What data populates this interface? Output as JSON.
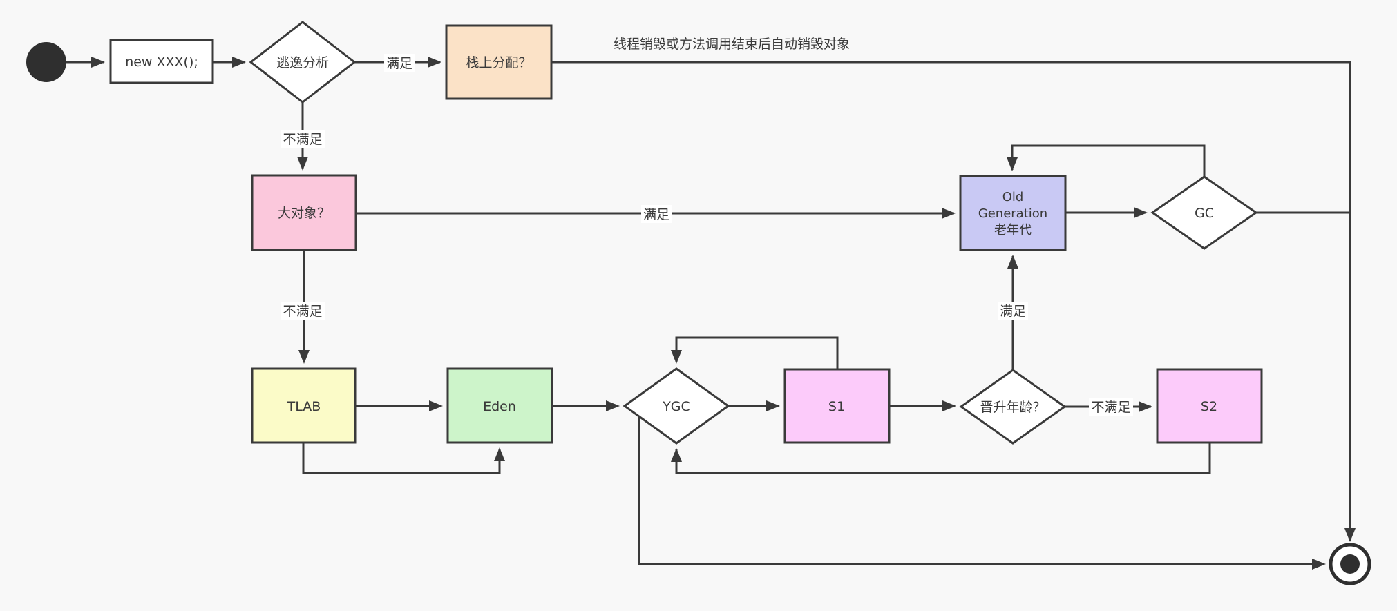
{
  "diagram": {
    "background": "#f8f8f8",
    "stroke_color": "#3a3a3a",
    "text_color": "#3a3a3a",
    "annotation": "线程销毁或方法调用结束后自动销毁对象",
    "nodes": {
      "start": {
        "color": "#2f2f2f"
      },
      "new_xxx": {
        "label": "new XXX();",
        "color": "#ffffff"
      },
      "escape_analysis": {
        "label": "逃逸分析",
        "color": "#ffffff"
      },
      "stack_allocation": {
        "label": "栈上分配？",
        "color": "#fbe2c7"
      },
      "big_object": {
        "label": "大对象？",
        "color": "#fbc8dc"
      },
      "old_generation": {
        "line1": "Old",
        "line2": "Generation",
        "line3": "老年代",
        "color": "#c9c9f4"
      },
      "gc": {
        "label": "GC",
        "color": "#ffffff"
      },
      "tlab": {
        "label": "TLAB",
        "color": "#fbfbc8"
      },
      "eden": {
        "label": "Eden",
        "color": "#cdf4ca"
      },
      "ygc": {
        "label": "YGC",
        "color": "#ffffff"
      },
      "s1": {
        "label": "S1",
        "color": "#fccbfa"
      },
      "promotion_age": {
        "label": "晋升年龄？",
        "color": "#ffffff"
      },
      "s2": {
        "label": "S2",
        "color": "#fccbfa"
      },
      "end": {
        "color": "#2f2f2f"
      }
    },
    "edge_labels": {
      "escape_satisfied": "满足",
      "escape_not_satisfied": "不满足",
      "big_object_satisfied": "满足",
      "big_object_not_satisfied": "不满足",
      "promotion_satisfied": "满足",
      "promotion_not_satisfied": "不满足"
    }
  }
}
